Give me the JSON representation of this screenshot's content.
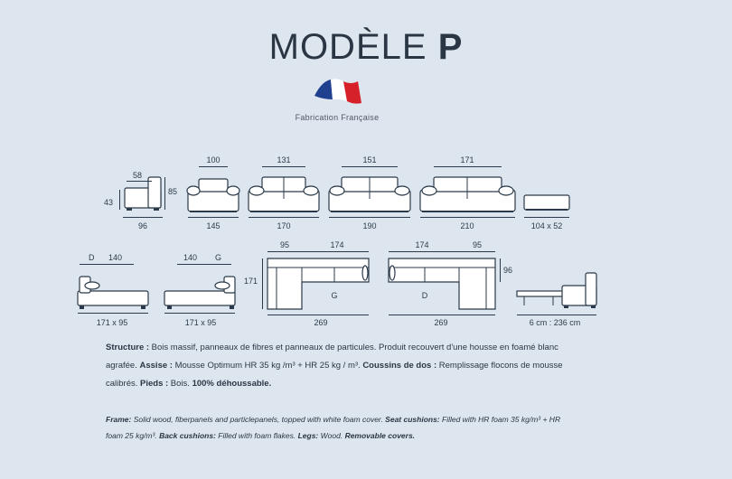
{
  "header": {
    "title_light": "MODÈLE",
    "title_bold": "P",
    "flag_icon": "french-flag-icon",
    "subtitle": "Fabrication Française"
  },
  "row1": {
    "side_top": "58",
    "side_height": "85",
    "side_seat": "43",
    "side_depth": "96",
    "armchair_top": "100",
    "armchair_width": "145",
    "sofa2_top": "131",
    "sofa2_width": "170",
    "sofa3_top": "151",
    "sofa3_width": "190",
    "sofa4_top": "171",
    "sofa4_width": "210",
    "pouf_dims": "104 x 52"
  },
  "row2": {
    "chaise_d_side": "D",
    "chaise_d_len": "140",
    "chaise_d_dims": "171 x 95",
    "chaise_g_len": "140",
    "chaise_g_side": "G",
    "chaise_g_dims": "171 x 95",
    "corner_g_left": "95",
    "corner_g_right": "174",
    "corner_g_height": "171",
    "corner_g_label": "G",
    "corner_g_width": "269",
    "corner_d_left": "174",
    "corner_d_right": "95",
    "corner_d_height": "96",
    "corner_d_label": "D",
    "corner_d_width": "269",
    "bed_dims": "6 cm : 236 cm"
  },
  "description_fr": {
    "structure_label": "Structure :",
    "structure_text": " Bois massif, panneaux de fibres et panneaux de particules. Produit recouvert d'une housse en foamé blanc agrafée. ",
    "assise_label": "Assise :",
    "assise_text": " Mousse Optimum HR 35 kg /m³ + HR 25 kg / m³. ",
    "coussins_label": "Coussins de dos :",
    "coussins_text": " Remplissage flocons de mousse calibrés. ",
    "pieds_label": "Pieds :",
    "pieds_text": " Bois. ",
    "houssable": "100% déhoussable."
  },
  "description_en": {
    "frame_label": "Frame:",
    "frame_text": " Solid wood, fiberpanels and particlepanels, topped with white foam cover. ",
    "seat_label": "Seat cushions:",
    "seat_text": " Filled with HR foam 35 kg/m³ + HR foam 25 kg/m³. ",
    "back_label": "Back cushions:",
    "back_text": " Filled with foam flakes. ",
    "legs_label": "Legs:",
    "legs_text": " Wood. ",
    "removable": "Removable covers."
  },
  "colors": {
    "background": "#dde6ee",
    "ink": "#2b3a4a",
    "flag_blue": "#1f3f8f",
    "flag_white": "#ffffff",
    "flag_red": "#d6202a"
  }
}
